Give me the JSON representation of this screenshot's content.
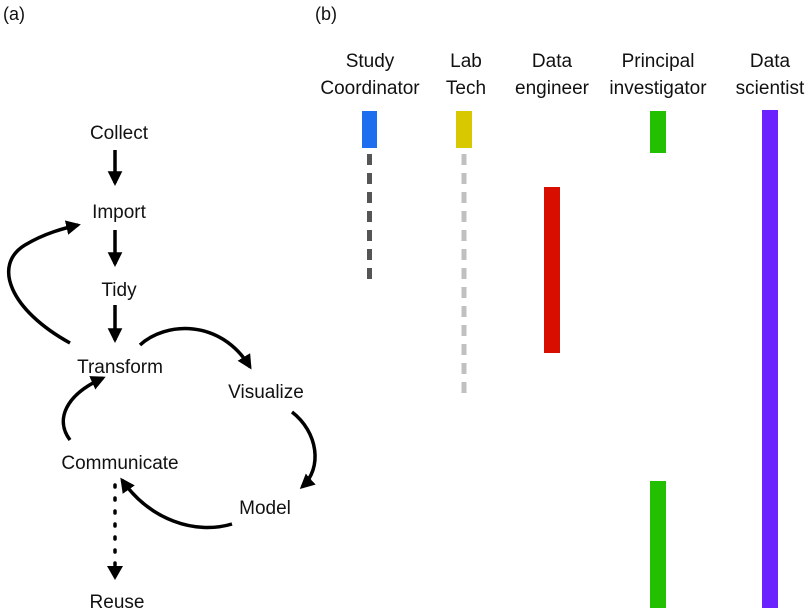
{
  "panels": {
    "a": {
      "label": "(a)"
    },
    "b": {
      "label": "(b)"
    }
  },
  "workflow": {
    "steps": {
      "collect": "Collect",
      "import": "Import",
      "tidy": "Tidy",
      "transform": "Transform",
      "visualize": "Visualize",
      "model": "Model",
      "communicate": "Communicate",
      "reuse": "Reuse"
    }
  },
  "roles": {
    "study_coordinator": {
      "line1": "Study",
      "line2": "Coordinator",
      "color": "#1e6ef0",
      "dash_color": "#555555"
    },
    "lab_tech": {
      "line1": "Lab",
      "line2": "Tech",
      "color": "#d8c800",
      "dash_color": "#c0c0c0"
    },
    "data_engineer": {
      "line1": "Data",
      "line2": "engineer",
      "color": "#d80e00"
    },
    "principal_investigator": {
      "line1": "Principal",
      "line2": "investigator",
      "color": "#22c000"
    },
    "data_scientist": {
      "line1": "Data",
      "line2": "scientist",
      "color": "#6a22ff"
    }
  }
}
